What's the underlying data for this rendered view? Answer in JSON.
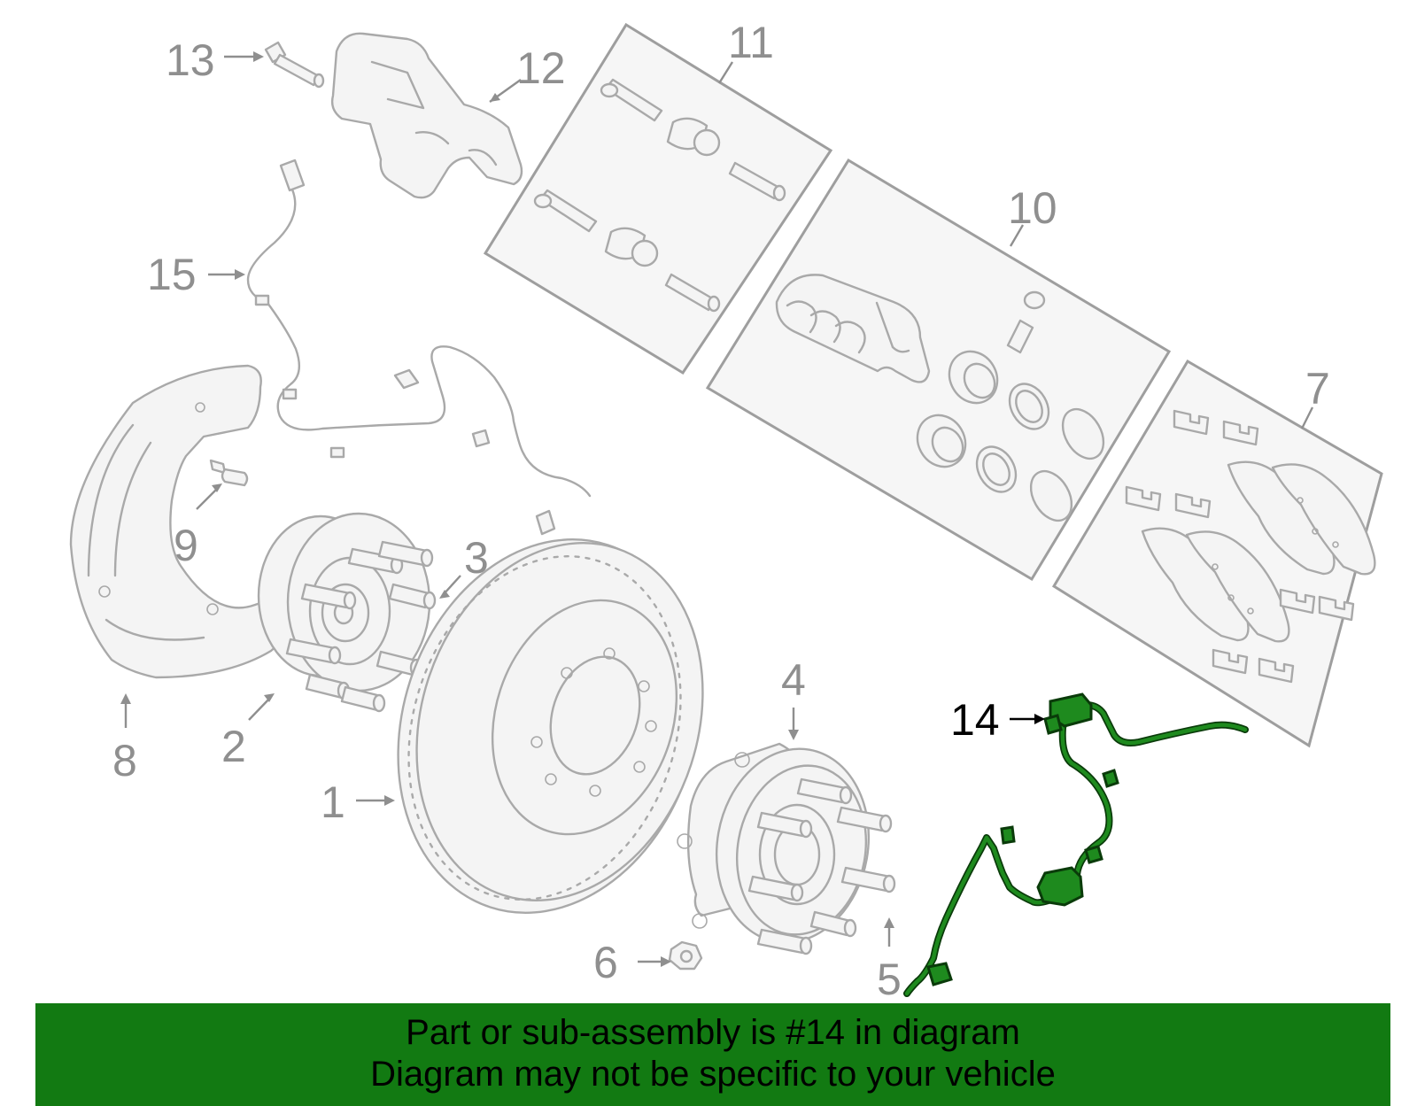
{
  "diagram": {
    "callouts": [
      {
        "id": "1",
        "label": "1"
      },
      {
        "id": "2",
        "label": "2"
      },
      {
        "id": "3",
        "label": "3"
      },
      {
        "id": "4",
        "label": "4"
      },
      {
        "id": "5",
        "label": "5"
      },
      {
        "id": "6",
        "label": "6"
      },
      {
        "id": "7",
        "label": "7"
      },
      {
        "id": "8",
        "label": "8"
      },
      {
        "id": "9",
        "label": "9"
      },
      {
        "id": "10",
        "label": "10"
      },
      {
        "id": "11",
        "label": "11"
      },
      {
        "id": "12",
        "label": "12"
      },
      {
        "id": "13",
        "label": "13"
      },
      {
        "id": "14",
        "label": "14"
      },
      {
        "id": "15",
        "label": "15"
      }
    ],
    "highlighted_part": "14",
    "colors": {
      "highlight": "#1e8a1e",
      "banner": "#127a12",
      "part_outline": "#a9a9a9"
    }
  },
  "banner": {
    "line1": "Part or sub-assembly is #14 in diagram",
    "line2": "Diagram may not be specific to your vehicle"
  }
}
